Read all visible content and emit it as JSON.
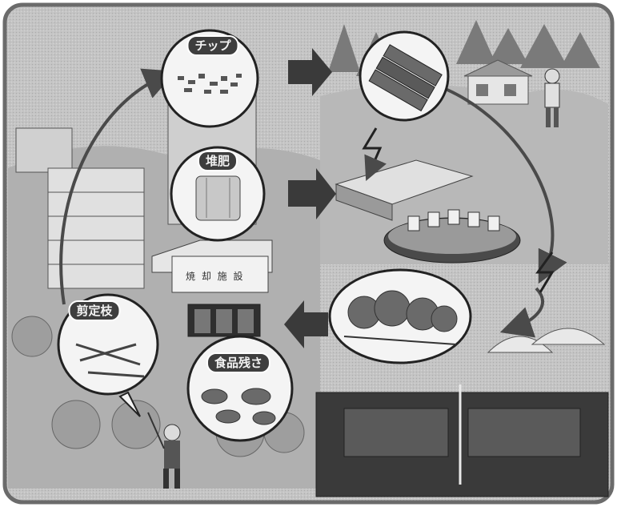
{
  "labels": {
    "chips": "チップ",
    "compost": "堆肥",
    "pruned_branches": "剪定枝",
    "food_waste": "食品残さ",
    "facility_sign": "焼 却 施 設"
  },
  "icons": {
    "chips_bubble": "wood-chips-icon",
    "compost_bubble": "compost-bag-icon",
    "pruned_bubble": "pruned-branches-icon",
    "food_bubble": "food-waste-icon",
    "logs_bubble": "cut-logs-icon",
    "forest_bubble": "forest-trees-icon"
  },
  "colors": {
    "background": "#bdbdbd",
    "frame": "#6b6b6b",
    "dark": "#3e3e3e",
    "light": "#f2f2f2"
  }
}
